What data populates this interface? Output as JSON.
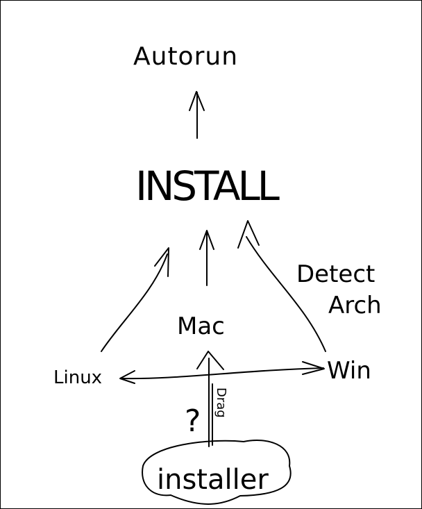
{
  "nodes": {
    "autorun": "Autorun",
    "install": "INSTALL",
    "mac": "Mac",
    "linux": "Linux",
    "win": "Win",
    "installer": "installer"
  },
  "labels": {
    "detect_line1": "Detect",
    "detect_line2": "Arch",
    "side_left": "?",
    "side_right": "Drag"
  }
}
